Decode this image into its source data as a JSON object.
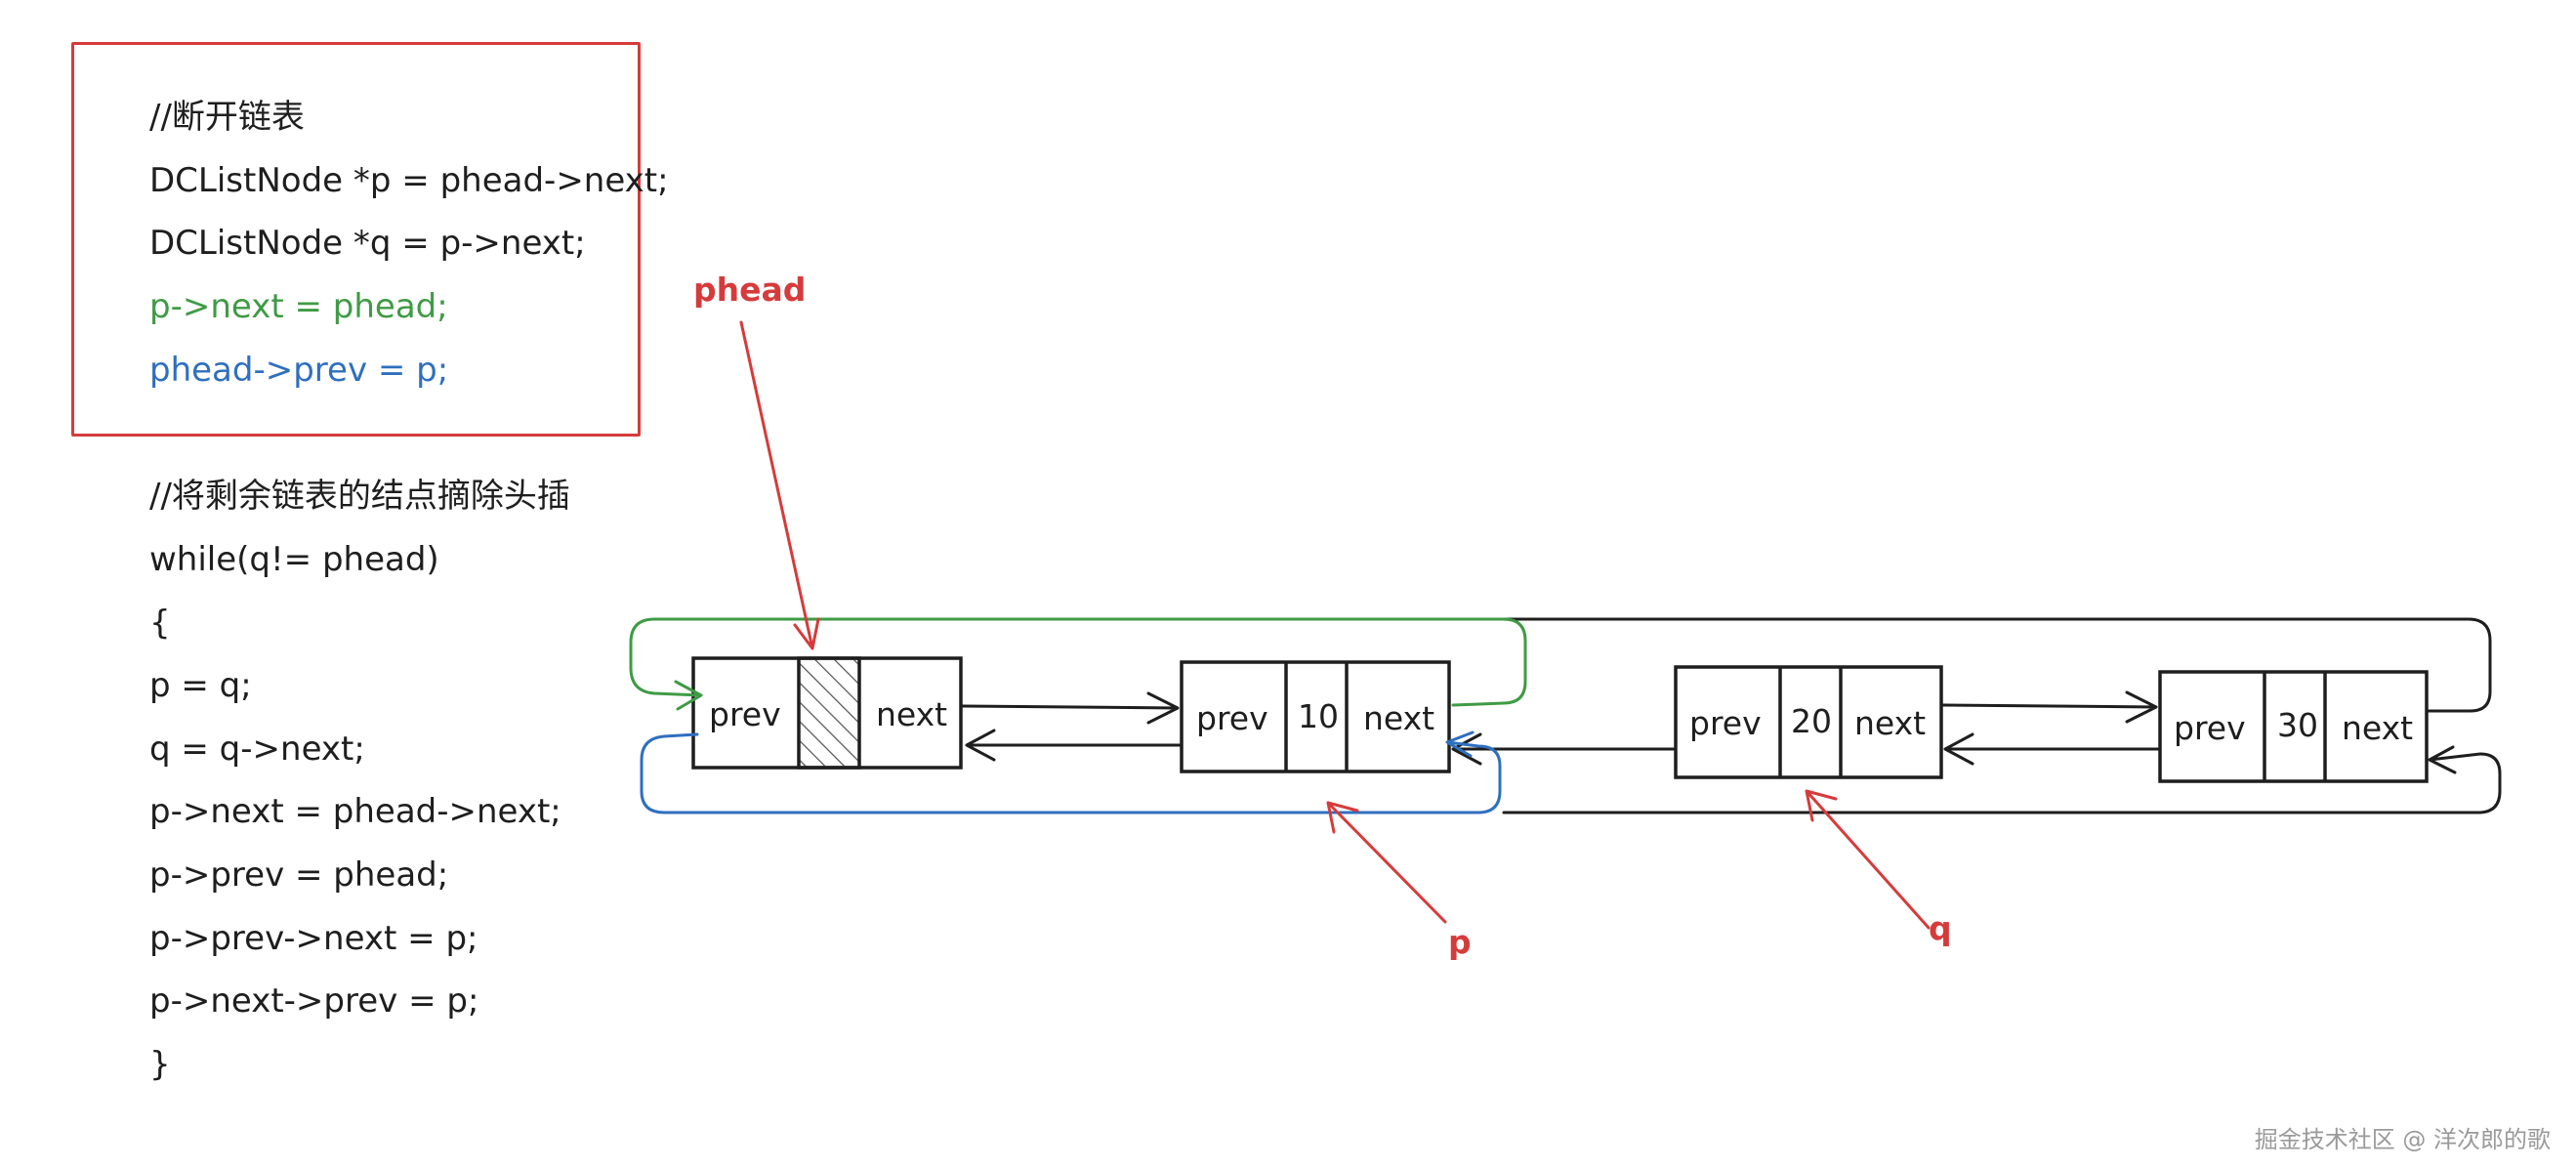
{
  "colors": {
    "red": "#d63b3b",
    "green": "#3f9b45",
    "blue": "#2f6fbf",
    "ink": "#1e1e1e"
  },
  "code": {
    "box_lines": [
      {
        "text": "//断开链表",
        "color": "ink"
      },
      {
        "text": "DCListNode *p = phead->next;",
        "color": "ink"
      },
      {
        "text": "DCListNode *q = p->next;",
        "color": "ink"
      },
      {
        "text": "p->next = phead;",
        "color": "green"
      },
      {
        "text": "phead->prev = p;",
        "color": "blue"
      }
    ],
    "loop_lines": [
      {
        "text": "//将剩余链表的结点摘除头插",
        "color": "ink"
      },
      {
        "text": "while(q!= phead)",
        "color": "ink"
      },
      {
        "text": "{",
        "color": "ink"
      },
      {
        "text": "p = q;",
        "color": "ink"
      },
      {
        "text": "q = q->next;",
        "color": "ink"
      },
      {
        "text": "p->next = phead->next;",
        "color": "ink"
      },
      {
        "text": "p->prev = phead;",
        "color": "ink"
      },
      {
        "text": "p->prev->next = p;",
        "color": "ink"
      },
      {
        "text": "p->next->prev = p;",
        "color": "ink"
      },
      {
        "text": "}",
        "color": "ink"
      }
    ]
  },
  "nodes": [
    {
      "id": "head",
      "prev": "prev",
      "value": "",
      "next": "next",
      "hatched": true
    },
    {
      "id": "n10",
      "prev": "prev",
      "value": "10",
      "next": "next",
      "hatched": false
    },
    {
      "id": "n20",
      "prev": "prev",
      "value": "20",
      "next": "next",
      "hatched": false
    },
    {
      "id": "n30",
      "prev": "prev",
      "value": "30",
      "next": "next",
      "hatched": false
    }
  ],
  "pointers": {
    "phead": "phead",
    "p": "p",
    "q": "q"
  },
  "watermark": "掘金技术社区 @ 洋次郎的歌"
}
